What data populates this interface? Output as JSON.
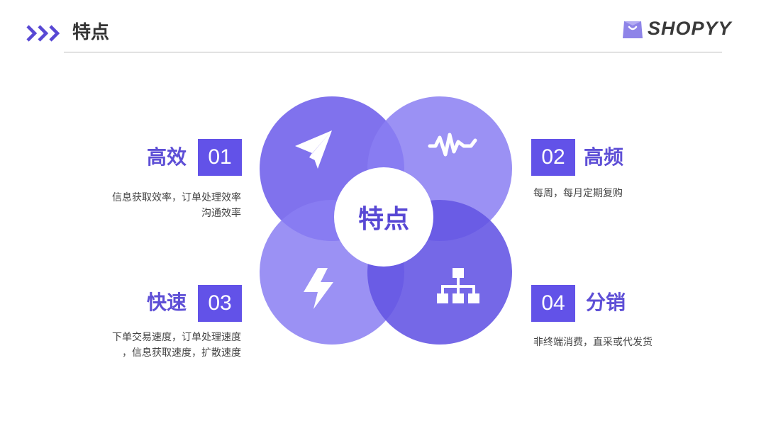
{
  "header": {
    "title": "特点"
  },
  "logo": {
    "text": "SHOPYY"
  },
  "center": {
    "label": "特点"
  },
  "features": [
    {
      "num": "01",
      "title": "高效",
      "desc_lines": [
        "信息获取效率，订单处理效率",
        "沟通效率"
      ],
      "icon": "paper-plane-icon"
    },
    {
      "num": "02",
      "title": "高频",
      "desc_lines": [
        "每周，每月定期复购"
      ],
      "icon": "pulse-wave-icon"
    },
    {
      "num": "03",
      "title": "快速",
      "desc_lines": [
        "下单交易速度，订单处理速度",
        "，信息获取速度，扩散速度"
      ],
      "icon": "lightning-icon"
    },
    {
      "num": "04",
      "title": "分销",
      "desc_lines": [
        "非终端消费，直采或代发货"
      ],
      "icon": "hierarchy-icon"
    }
  ],
  "colors": {
    "accent": "#6252e8",
    "title_text": "#5e4fd6",
    "circle_top_left": "#7566ec",
    "circle_top_right": "#8a7ef2",
    "circle_bottom_left": "#8a7ef2",
    "circle_bottom_right": "#6658e4"
  }
}
